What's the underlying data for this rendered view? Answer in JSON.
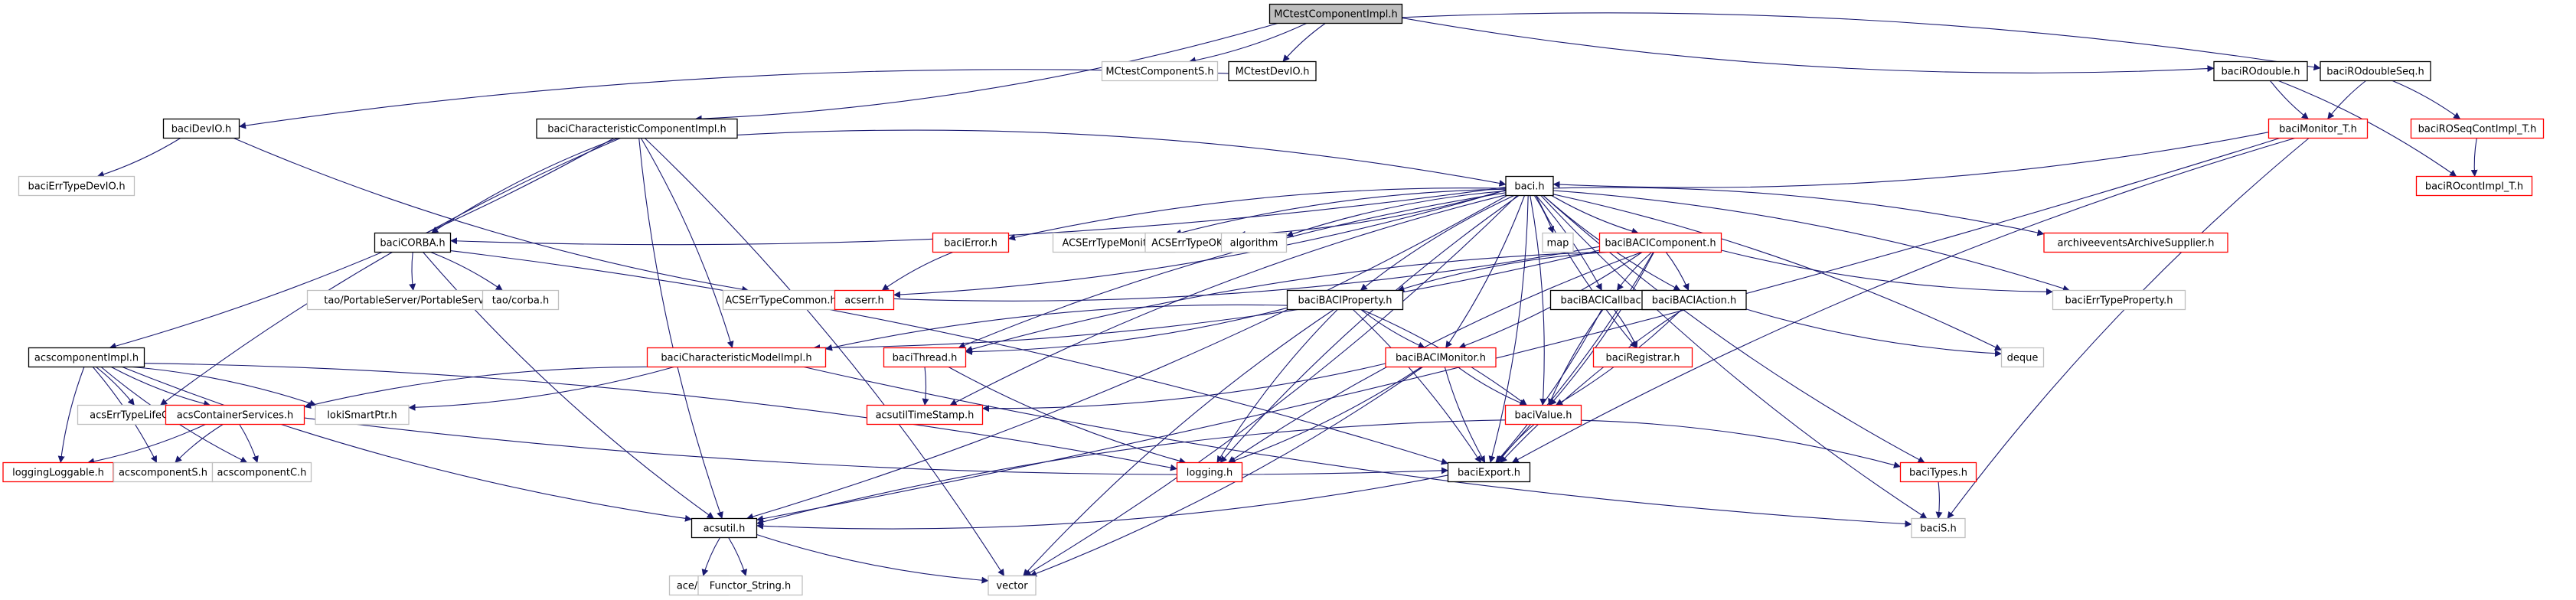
{
  "title": "MCtestComponentImpl.h include dependency graph",
  "colors": {
    "edge": "#191970",
    "root_fill": "#bfbfbf",
    "documented_border": "#000000",
    "truncated_border": "#ff0000",
    "external_border": "#bfbfbf"
  },
  "nodes": [
    {
      "id": "MCtestComponentImpl",
      "label": "MCtestComponentImpl.h",
      "kind": "root"
    },
    {
      "id": "MCtestComponentS",
      "label": "MCtestComponentS.h",
      "kind": "external"
    },
    {
      "id": "MCtestDevIO",
      "label": "MCtestDevIO.h",
      "kind": "documented"
    },
    {
      "id": "baciROdouble",
      "label": "baciROdouble.h",
      "kind": "documented"
    },
    {
      "id": "baciROdoubleSeq",
      "label": "baciROdoubleSeq.h",
      "kind": "documented"
    },
    {
      "id": "baciDevIO",
      "label": "baciDevIO.h",
      "kind": "documented"
    },
    {
      "id": "baciCharacteristicComponentImpl",
      "label": "baciCharacteristicComponentImpl.h",
      "kind": "documented"
    },
    {
      "id": "baciMonitor_T",
      "label": "baciMonitor_T.h",
      "kind": "truncated"
    },
    {
      "id": "baciROSeqContImpl_T",
      "label": "baciROSeqContImpl_T.h",
      "kind": "truncated"
    },
    {
      "id": "baciROcontImpl_T",
      "label": "baciROcontImpl_T.h",
      "kind": "truncated"
    },
    {
      "id": "baciErrTypeDevIO",
      "label": "baciErrTypeDevIO.h",
      "kind": "external"
    },
    {
      "id": "baci",
      "label": "baci.h",
      "kind": "documented"
    },
    {
      "id": "baciCORBA",
      "label": "baciCORBA.h",
      "kind": "documented"
    },
    {
      "id": "baciError",
      "label": "baciError.h",
      "kind": "truncated"
    },
    {
      "id": "ACSErrTypeMonitor",
      "label": "ACSErrTypeMonitor.h",
      "kind": "external"
    },
    {
      "id": "ACSErrTypeOK",
      "label": "ACSErrTypeOK.h",
      "kind": "external"
    },
    {
      "id": "algorithm",
      "label": "algorithm",
      "kind": "external"
    },
    {
      "id": "map",
      "label": "map",
      "kind": "external"
    },
    {
      "id": "baciBACIComponent",
      "label": "baciBACIComponent.h",
      "kind": "truncated"
    },
    {
      "id": "archiveeventsArchiveSupplier",
      "label": "archiveeventsArchiveSupplier.h",
      "kind": "truncated"
    },
    {
      "id": "taoPortableServer",
      "label": "tao/PortableServer/PortableServer.h",
      "kind": "external"
    },
    {
      "id": "taoCorba",
      "label": "tao/corba.h",
      "kind": "external"
    },
    {
      "id": "ACSErrTypeCommon",
      "label": "ACSErrTypeCommon.h",
      "kind": "external"
    },
    {
      "id": "acserr",
      "label": "acserr.h",
      "kind": "truncated"
    },
    {
      "id": "baciBACIProperty",
      "label": "baciBACIProperty.h",
      "kind": "documented"
    },
    {
      "id": "baciBACICallback",
      "label": "baciBACICallback.h",
      "kind": "documented"
    },
    {
      "id": "baciBACIAction",
      "label": "baciBACIAction.h",
      "kind": "documented"
    },
    {
      "id": "baciErrTypeProperty",
      "label": "baciErrTypeProperty.h",
      "kind": "external"
    },
    {
      "id": "acscomponentImpl",
      "label": "acscomponentImpl.h",
      "kind": "documented"
    },
    {
      "id": "baciCharacteristicModelImpl",
      "label": "baciCharacteristicModelImpl.h",
      "kind": "truncated"
    },
    {
      "id": "baciThread",
      "label": "baciThread.h",
      "kind": "truncated"
    },
    {
      "id": "baciBACIMonitor",
      "label": "baciBACIMonitor.h",
      "kind": "truncated"
    },
    {
      "id": "baciRegistrar",
      "label": "baciRegistrar.h",
      "kind": "truncated"
    },
    {
      "id": "deque",
      "label": "deque",
      "kind": "external"
    },
    {
      "id": "acsErrTypeLifeCycle",
      "label": "acsErrTypeLifeCycle.h",
      "kind": "external"
    },
    {
      "id": "acsContainerServices",
      "label": "acsContainerServices.h",
      "kind": "truncated"
    },
    {
      "id": "lokiSmartPtr",
      "label": "lokiSmartPtr.h",
      "kind": "external"
    },
    {
      "id": "acsutilTimeStamp",
      "label": "acsutilTimeStamp.h",
      "kind": "truncated"
    },
    {
      "id": "baciValue",
      "label": "baciValue.h",
      "kind": "truncated"
    },
    {
      "id": "loggingLoggable",
      "label": "loggingLoggable.h",
      "kind": "truncated"
    },
    {
      "id": "acscomponentS",
      "label": "acscomponentS.h",
      "kind": "external"
    },
    {
      "id": "acscomponentC",
      "label": "acscomponentC.h",
      "kind": "external"
    },
    {
      "id": "logging",
      "label": "logging.h",
      "kind": "truncated"
    },
    {
      "id": "baciExport",
      "label": "baciExport.h",
      "kind": "documented"
    },
    {
      "id": "baciTypes",
      "label": "baciTypes.h",
      "kind": "truncated"
    },
    {
      "id": "acsutil",
      "label": "acsutil.h",
      "kind": "documented"
    },
    {
      "id": "baciS",
      "label": "baciS.h",
      "kind": "external"
    },
    {
      "id": "aceOS",
      "label": "ace/OS.h",
      "kind": "external"
    },
    {
      "id": "FunctorString",
      "label": "Functor_String.h",
      "kind": "external"
    },
    {
      "id": "vector",
      "label": "vector",
      "kind": "external"
    }
  ],
  "edges": [
    [
      "MCtestComponentImpl",
      "MCtestComponentS"
    ],
    [
      "MCtestComponentImpl",
      "MCtestDevIO"
    ],
    [
      "MCtestComponentImpl",
      "baciCharacteristicComponentImpl"
    ],
    [
      "MCtestComponentImpl",
      "baciROdouble"
    ],
    [
      "MCtestComponentImpl",
      "baciROdoubleSeq"
    ],
    [
      "MCtestDevIO",
      "baciDevIO"
    ],
    [
      "baciDevIO",
      "baciErrTypeDevIO"
    ],
    [
      "baciDevIO",
      "ACSErrTypeCommon"
    ],
    [
      "baciCharacteristicComponentImpl",
      "baci"
    ],
    [
      "baciCharacteristicComponentImpl",
      "baciCORBA"
    ],
    [
      "baciCharacteristicComponentImpl",
      "acscomponentImpl"
    ],
    [
      "baciCharacteristicComponentImpl",
      "acsErrTypeLifeCycle"
    ],
    [
      "baciCharacteristicComponentImpl",
      "baciCharacteristicModelImpl"
    ],
    [
      "baciCharacteristicComponentImpl",
      "acsutil"
    ],
    [
      "baciCharacteristicComponentImpl",
      "vector"
    ],
    [
      "baciROdouble",
      "baciMonitor_T"
    ],
    [
      "baciROdouble",
      "baciROcontImpl_T"
    ],
    [
      "baciROdoubleSeq",
      "baciMonitor_T"
    ],
    [
      "baciROdoubleSeq",
      "baciROSeqContImpl_T"
    ],
    [
      "baciROSeqContImpl_T",
      "baciROcontImpl_T"
    ],
    [
      "baciMonitor_T",
      "baci"
    ],
    [
      "baciMonitor_T",
      "baciExport"
    ],
    [
      "baciMonitor_T",
      "acsutil"
    ],
    [
      "baciMonitor_T",
      "baciS"
    ],
    [
      "baci",
      "baciCORBA"
    ],
    [
      "baci",
      "baciError"
    ],
    [
      "baci",
      "acserr"
    ],
    [
      "baci",
      "ACSErrTypeMonitor"
    ],
    [
      "baci",
      "ACSErrTypeOK"
    ],
    [
      "baci",
      "algorithm"
    ],
    [
      "baci",
      "map"
    ],
    [
      "baci",
      "baciBACIComponent"
    ],
    [
      "baci",
      "archiveeventsArchiveSupplier"
    ],
    [
      "baci",
      "baciBACIProperty"
    ],
    [
      "baci",
      "baciBACICallback"
    ],
    [
      "baci",
      "baciBACIAction"
    ],
    [
      "baci",
      "baciErrTypeProperty"
    ],
    [
      "baci",
      "baciThread"
    ],
    [
      "baci",
      "baciBACIMonitor"
    ],
    [
      "baci",
      "baciRegistrar"
    ],
    [
      "baci",
      "deque"
    ],
    [
      "baci",
      "acsutilTimeStamp"
    ],
    [
      "baci",
      "baciValue"
    ],
    [
      "baci",
      "logging"
    ],
    [
      "baci",
      "baciExport"
    ],
    [
      "baci",
      "baciTypes"
    ],
    [
      "baci",
      "acsutil"
    ],
    [
      "baci",
      "baciS"
    ],
    [
      "baci",
      "vector"
    ],
    [
      "baciCORBA",
      "taoPortableServer"
    ],
    [
      "baciCORBA",
      "taoCorba"
    ],
    [
      "baciCORBA",
      "acsutil"
    ],
    [
      "baciCORBA",
      "baciExport"
    ],
    [
      "baciError",
      "acserr"
    ],
    [
      "baciBACIComponent",
      "ACSErrTypeCommon"
    ],
    [
      "baciBACIComponent",
      "baciBACIProperty"
    ],
    [
      "baciBACIComponent",
      "baciCharacteristicModelImpl"
    ],
    [
      "baciBACIComponent",
      "baciThread"
    ],
    [
      "baciBACIComponent",
      "baciBACIMonitor"
    ],
    [
      "baciBACIComponent",
      "baciBACICallback"
    ],
    [
      "baciBACIComponent",
      "baciBACIAction"
    ],
    [
      "baciBACIComponent",
      "baciErrTypeProperty"
    ],
    [
      "baciBACIComponent",
      "baciValue"
    ],
    [
      "baciBACIComponent",
      "logging"
    ],
    [
      "baciBACIComponent",
      "baciExport"
    ],
    [
      "baciBACIProperty",
      "baciCharacteristicModelImpl"
    ],
    [
      "baciBACIProperty",
      "baciThread"
    ],
    [
      "baciBACIProperty",
      "baciBACIMonitor"
    ],
    [
      "baciBACIProperty",
      "baciValue"
    ],
    [
      "baciBACIProperty",
      "logging"
    ],
    [
      "baciBACIProperty",
      "baciExport"
    ],
    [
      "baciBACIProperty",
      "vector"
    ],
    [
      "baciBACICallback",
      "baciRegistrar"
    ],
    [
      "baciBACICallback",
      "baciValue"
    ],
    [
      "baciBACICallback",
      "baciExport"
    ],
    [
      "baciBACIAction",
      "deque"
    ],
    [
      "baciBACIAction",
      "baciValue"
    ],
    [
      "baciBACIAction",
      "baciExport"
    ],
    [
      "baciThread",
      "acsutilTimeStamp"
    ],
    [
      "baciThread",
      "logging"
    ],
    [
      "baciBACIMonitor",
      "acsutilTimeStamp"
    ],
    [
      "baciBACIMonitor",
      "baciValue"
    ],
    [
      "baciBACIMonitor",
      "logging"
    ],
    [
      "baciBACIMonitor",
      "baciExport"
    ],
    [
      "baciBACIMonitor",
      "vector"
    ],
    [
      "baciValue",
      "baciExport"
    ],
    [
      "baciValue",
      "baciTypes"
    ],
    [
      "baciValue",
      "acsutil"
    ],
    [
      "baciTypes",
      "baciS"
    ],
    [
      "baciCharacteristicModelImpl",
      "acsContainerServices"
    ],
    [
      "baciCharacteristicModelImpl",
      "lokiSmartPtr"
    ],
    [
      "baciCharacteristicModelImpl",
      "baciS"
    ],
    [
      "acscomponentImpl",
      "acsErrTypeLifeCycle"
    ],
    [
      "acscomponentImpl",
      "acsContainerServices"
    ],
    [
      "acscomponentImpl",
      "lokiSmartPtr"
    ],
    [
      "acscomponentImpl",
      "loggingLoggable"
    ],
    [
      "acscomponentImpl",
      "acscomponentS"
    ],
    [
      "acscomponentImpl",
      "acscomponentC"
    ],
    [
      "acscomponentImpl",
      "logging"
    ],
    [
      "acscomponentImpl",
      "acsutil"
    ],
    [
      "acsContainerServices",
      "loggingLoggable"
    ],
    [
      "acsContainerServices",
      "acscomponentS"
    ],
    [
      "acsContainerServices",
      "acscomponentC"
    ],
    [
      "acsContainerServices",
      "baciExport"
    ],
    [
      "baciExport",
      "acsutil"
    ],
    [
      "acsutil",
      "aceOS"
    ],
    [
      "acsutil",
      "FunctorString"
    ],
    [
      "acsutil",
      "vector"
    ]
  ]
}
